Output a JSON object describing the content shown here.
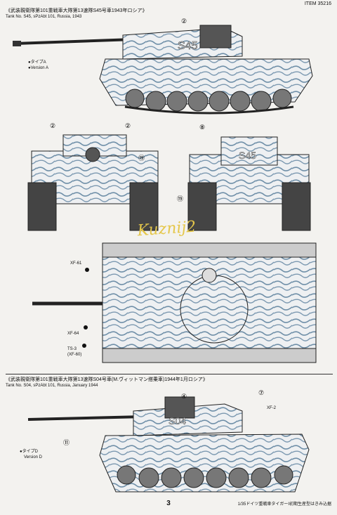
{
  "header": {
    "item_number": "ITEM 35216"
  },
  "section1": {
    "title_jp": "《武装親衛隊第101重戦車大隊第13速隊S45号車1943年ロシア》",
    "title_en": "Tank No. S45, sPzAbt 101, Russia, 1943",
    "version_jp": "●タイプA",
    "version_en": "●Version A",
    "turret_marking": "S45",
    "callouts": [
      "②",
      "②",
      "②",
      "⑧",
      "⑲",
      "⑲"
    ]
  },
  "top_view": {
    "labels": [
      "XF-61",
      "XF-64",
      "TS-3",
      "(XF-60)"
    ]
  },
  "section2": {
    "title_jp": "《武装親衛隊第101重戦車大隊第13速隊S04号車(M.ヴィットマン搭乗車)1944年1月ロシア》",
    "title_en": "Tank No. S04, sPzAbt 101, Russia, January 1944",
    "version_jp": "●タイプD",
    "version_en": "Version D",
    "turret_marking": "S04",
    "callouts": [
      "④",
      "⑦",
      "⑪"
    ],
    "label": "XF-2"
  },
  "watermark": "Kuznij2",
  "footer": {
    "page_number": "3",
    "footer_text": "1/35ドイツ重戦車タイガーI初期生産型はきみ込据"
  }
}
